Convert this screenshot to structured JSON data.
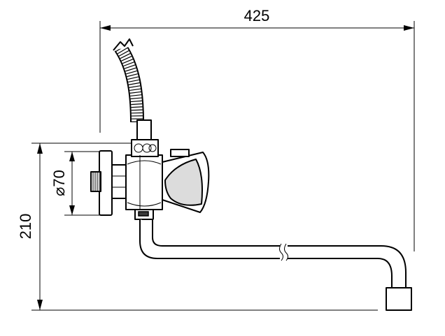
{
  "dimensions": {
    "width_label": "425",
    "height_label": "210",
    "diameter_label": "⌀70"
  }
}
